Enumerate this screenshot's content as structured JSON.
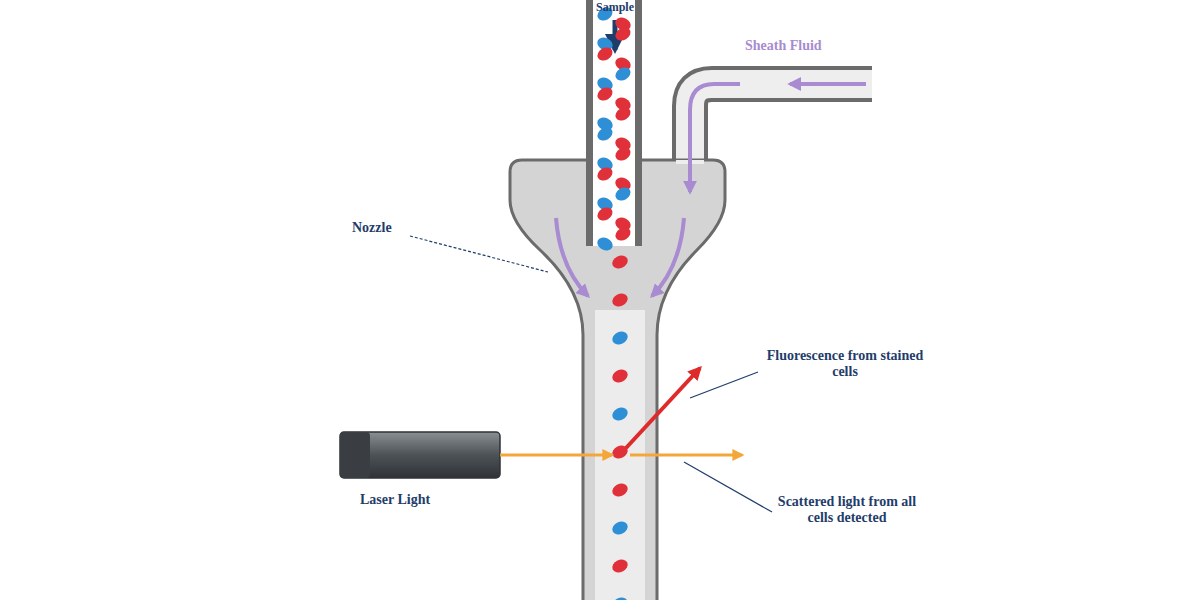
{
  "diagram": {
    "labels": [
      "Sample",
      "Sheath Fluid",
      "Nozzle",
      "Fluorescence from stained cells",
      "Laser Light",
      "Scattered light from all cells detected"
    ]
  }
}
